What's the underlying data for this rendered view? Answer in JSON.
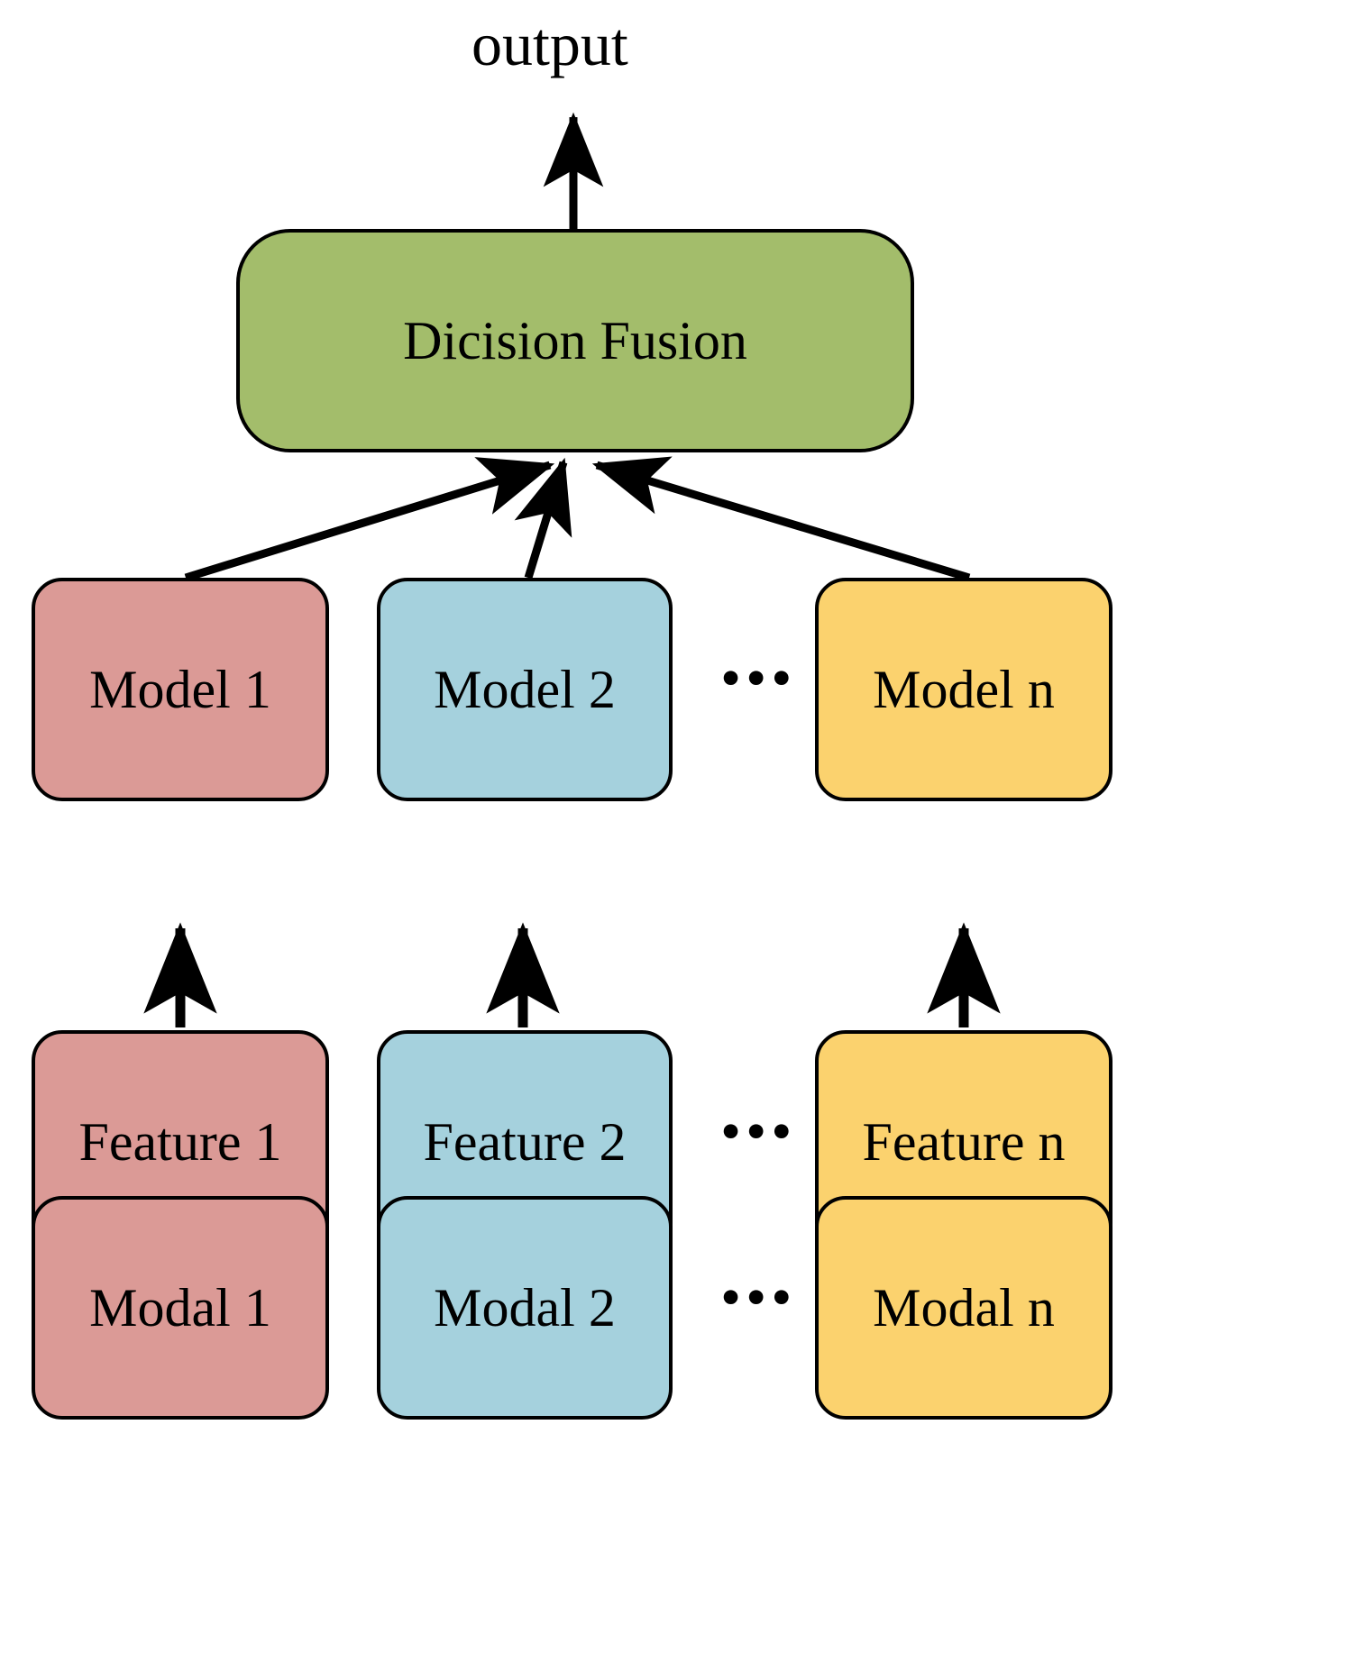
{
  "diagram": {
    "title_text": "output",
    "fusion": {
      "label": "Dicision Fusion",
      "color": "#A3BD6B"
    },
    "ellipsis": "•••",
    "columns": [
      {
        "color": "#DB9A96",
        "model": "Model 1",
        "feature": "Feature 1",
        "modal": "Modal 1"
      },
      {
        "color": "#A5D1DD",
        "model": "Model 2",
        "feature": "Feature 2",
        "modal": "Modal 2"
      },
      {
        "color": "#FBD26E",
        "model": "Model n",
        "feature": "Feature n",
        "modal": "Modal n"
      }
    ],
    "rows": [
      {
        "name": "model-row"
      },
      {
        "name": "feature-row"
      },
      {
        "name": "modal-row"
      }
    ],
    "edges": {
      "output_arrow": "fusion-to-output",
      "model_to_fusion": [
        "model1-to-fusion",
        "model2-to-fusion",
        "modeln-to-fusion"
      ],
      "feature_to_model": [
        "feature1-to-model1",
        "feature2-to-model2",
        "featuren-to-modeln"
      ],
      "modal_to_feature": [
        "modal1-to-feature1",
        "modal2-to-feature2",
        "modaln-to-featuren"
      ]
    },
    "stroke_color": "#000000"
  }
}
